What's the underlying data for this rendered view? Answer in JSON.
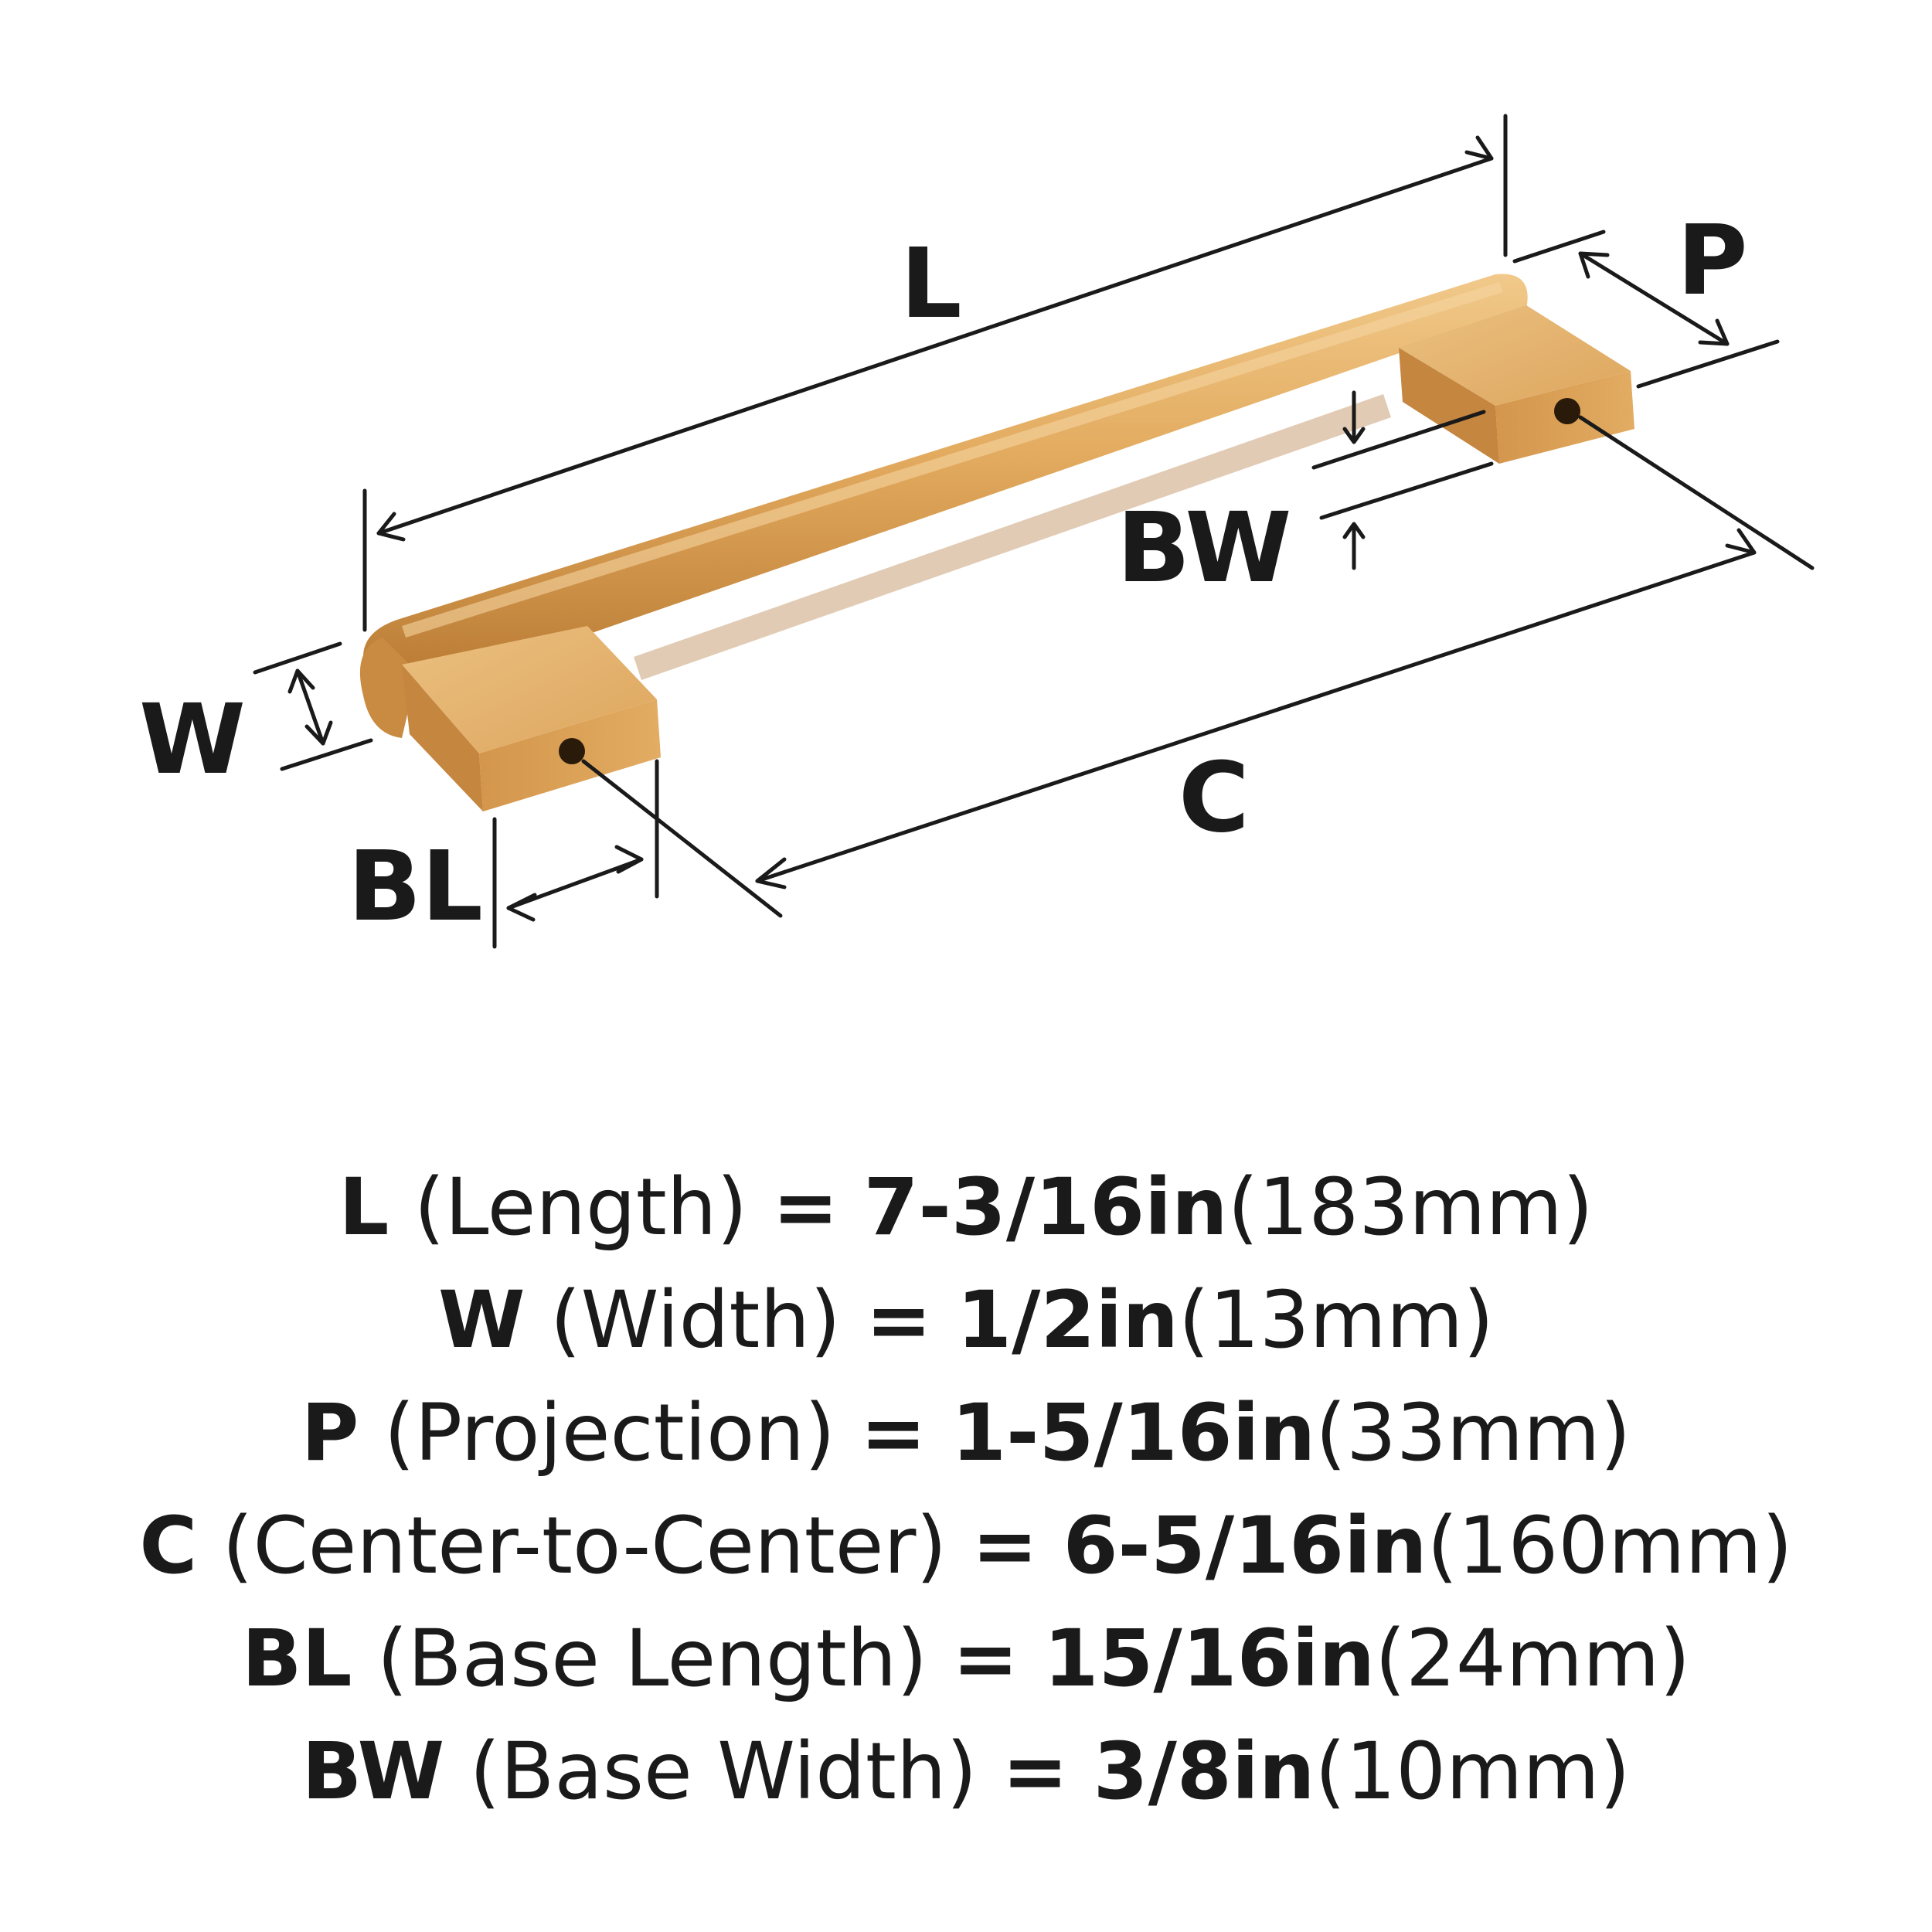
{
  "diagram": {
    "labels": {
      "L": "L",
      "P": "P",
      "BW": "BW",
      "W": "W",
      "C": "C",
      "BL": "BL"
    },
    "colors": {
      "brass_light": "#E7B673",
      "brass_mid": "#D79A4E",
      "brass_dark": "#B8772F",
      "ink": "#1a1a1a"
    }
  },
  "specs": [
    {
      "code": "L",
      "name": "(Length)",
      "eq": "=",
      "imperial": "7-3/16in",
      "metric": "(183mm)"
    },
    {
      "code": "W",
      "name": "(Width)",
      "eq": "=",
      "imperial": "1/2in",
      "metric": "(13mm)"
    },
    {
      "code": "P",
      "name": "(Projection)",
      "eq": "=",
      "imperial": "1-5/16in",
      "metric": "(33mm)"
    },
    {
      "code": "C",
      "name": "(Center-to-Center)",
      "eq": "=",
      "imperial": "6-5/16in",
      "metric": "(160mm)"
    },
    {
      "code": "BL",
      "name": "(Base Length)",
      "eq": "=",
      "imperial": "15/16in",
      "metric": "(24mm)"
    },
    {
      "code": "BW",
      "name": "(Base Width)",
      "eq": "=",
      "imperial": "3/8in",
      "metric": "(10mm)"
    }
  ]
}
